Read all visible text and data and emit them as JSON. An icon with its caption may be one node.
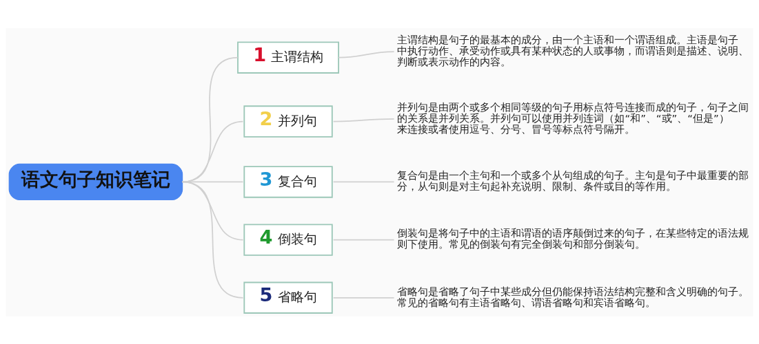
{
  "diagram": {
    "nodes": [
      {
        "text": [
          "语文句子知识笔记"
        ]
      },
      {
        "text": [
          "1",
          "主谓结构"
        ]
      },
      {
        "text": [
          "主谓结构是句子的最基本的成分，由一个主语和一个谓语组成。主语是句子中执行动作、承受动作或具有某种状态的人或事物，而谓语则是描述、说明、判断或表示动作的内容。"
        ]
      },
      {
        "text": [
          "2",
          "并列句"
        ]
      },
      {
        "text": [
          "并列句是由两个或多个相同等级的句子用标点符号连接而成的句子，句子之间的关系是并列关系。并列句可以使用并列连词（如“和”、“或”、“但是”）来连接或者使用逗号、分号、冒号等标点符号隔开。"
        ]
      },
      {
        "text": [
          "3",
          "复合句"
        ]
      },
      {
        "text": [
          "复合句是由一个主句和一个或多个从句组成的句子。主句是句子中最重要的部分，从句则是对主句起补充说明、限制、条件或目的等作用。"
        ]
      },
      {
        "text": [
          "4",
          "倒装句"
        ]
      },
      {
        "text": [
          "倒装句是将句子中的主语和谓语的语序颠倒过来的句子，在某些特定的语法规则下使用。常见的倒装句有完全倒装句和部分倒装句。"
        ]
      },
      {
        "text": [
          "5",
          "省略句"
        ]
      },
      {
        "text": [
          "省略句是省略了句子中某些成分但仍能保持语法结构完整和含义明确的句子。常见的省略句有主语省略句、谓语省略句和宾语省略句。"
        ]
      }
    ],
    "edges": [
      {
        "from": 0,
        "to": 1,
        "arrow": "none"
      },
      {
        "from": 1,
        "to": 2,
        "arrow": "none"
      },
      {
        "from": 0,
        "to": 3,
        "arrow": "none"
      },
      {
        "from": 3,
        "to": 4,
        "arrow": "none"
      },
      {
        "from": 0,
        "to": 5,
        "arrow": "none"
      },
      {
        "from": 5,
        "to": 6,
        "arrow": "none"
      },
      {
        "from": 0,
        "to": 7,
        "arrow": "none"
      },
      {
        "from": 7,
        "to": 8,
        "arrow": "none"
      },
      {
        "from": 0,
        "to": 9,
        "arrow": "none"
      },
      {
        "from": 9,
        "to": 10,
        "arrow": "none"
      }
    ]
  }
}
